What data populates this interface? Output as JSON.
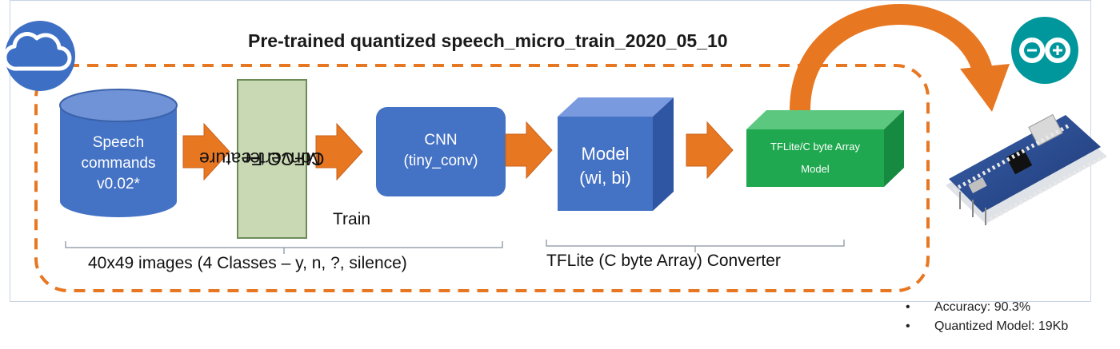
{
  "title": "Pre-trained quantized speech_micro_train_2020_05_10",
  "nodes": {
    "speech": [
      "Speech",
      "commands",
      "v0.02*"
    ],
    "mfcc": [
      "MFCC Feature",
      "Converter"
    ],
    "cnn": [
      "CNN",
      "(tiny_conv)"
    ],
    "model": [
      "Model",
      "(wi, bi)"
    ],
    "tflite": [
      "TFLite/C byte Array",
      "Model"
    ]
  },
  "labels": {
    "train": "Train",
    "images": "40x49 images (4 Classes – y, n, ?, silence)",
    "converter": "TFLite (C byte Array) Converter"
  },
  "stats": [
    "Accuracy: 90.3%",
    "Quantized Model: 19Kb"
  ],
  "colors": {
    "accent_orange": "#e87722",
    "box_blue": "#4472c4",
    "box_green": "#1fa84f",
    "mfcc_fill": "#c9d9b4",
    "cloud_blue": "#3d6fc4",
    "arduino_teal": "#00979c"
  },
  "icons": [
    "cloud-icon",
    "arduino-logo-icon",
    "arduino-board-icon"
  ]
}
